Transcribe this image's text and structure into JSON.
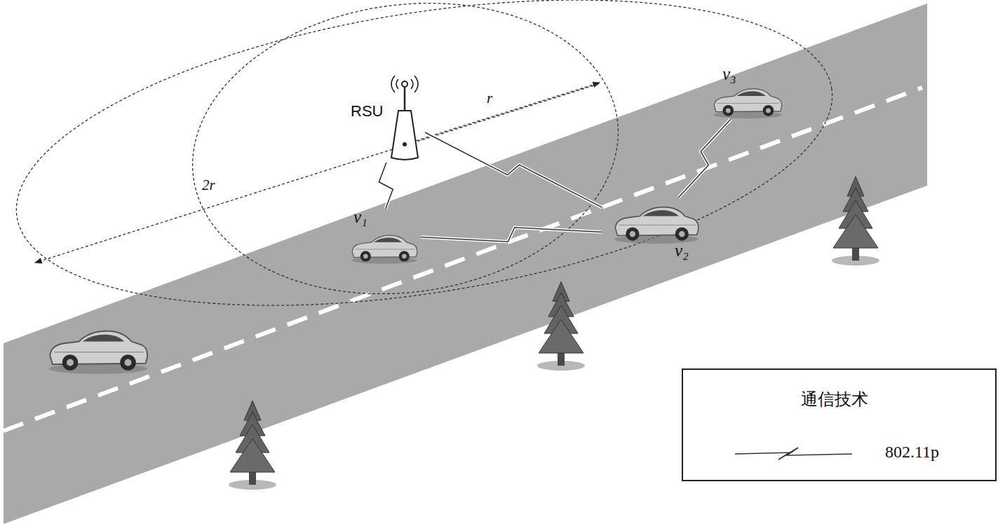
{
  "diagram": {
    "nodes": [
      {
        "text": [
          "RSU"
        ]
      },
      {
        "text": [
          "v₁"
        ]
      },
      {
        "text": [
          "v₂"
        ]
      },
      {
        "text": [
          "v₃"
        ]
      }
    ],
    "edges": [
      {
        "from": 0,
        "to": 1,
        "arrow": "none"
      },
      {
        "from": 0,
        "to": 2,
        "arrow": "none"
      },
      {
        "from": 1,
        "to": 2,
        "arrow": "none"
      },
      {
        "from": 2,
        "to": 3,
        "arrow": "none"
      }
    ],
    "labels": [
      "r",
      "2r",
      "通信技术"
    ],
    "legend": [
      {
        "text": "802.11p"
      }
    ]
  }
}
